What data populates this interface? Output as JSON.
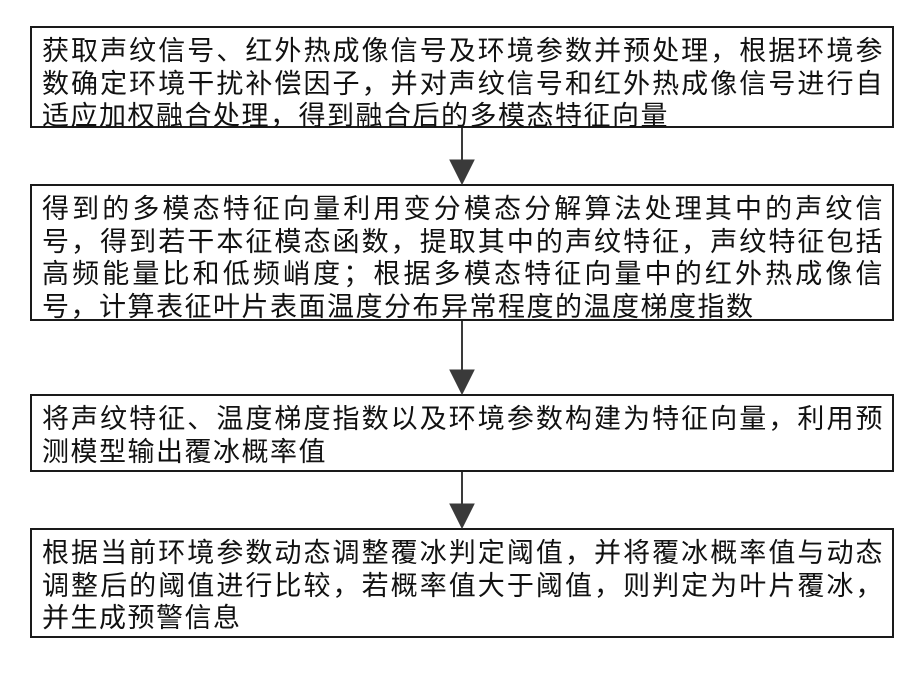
{
  "flowchart": {
    "steps": [
      {
        "text": "获取声纹信号、红外热成像信号及环境参数并预处理，根据环境参数确定环境干扰补偿因子，并对声纹信号和红外热成像信号进行自适应加权融合处理，得到融合后的多模态特征向量"
      },
      {
        "text": "得到的多模态特征向量利用变分模态分解算法处理其中的声纹信号，得到若干本征模态函数，提取其中的声纹特征，声纹特征包括高频能量比和低频峭度；根据多模态特征向量中的红外热成像信号，计算表征叶片表面温度分布异常程度的温度梯度指数"
      },
      {
        "text": "将声纹特征、温度梯度指数以及环境参数构建为特征向量，利用预测模型输出覆冰概率值"
      },
      {
        "text": "根据当前环境参数动态调整覆冰判定阈值，并将覆冰概率值与动态调整后的阈值进行比较，若概率值大于阈值，则判定为叶片覆冰，并生成预警信息"
      }
    ],
    "colors": {
      "border": "#1a1a1a",
      "text": "#111111",
      "arrow": "#3a3a3a"
    }
  }
}
